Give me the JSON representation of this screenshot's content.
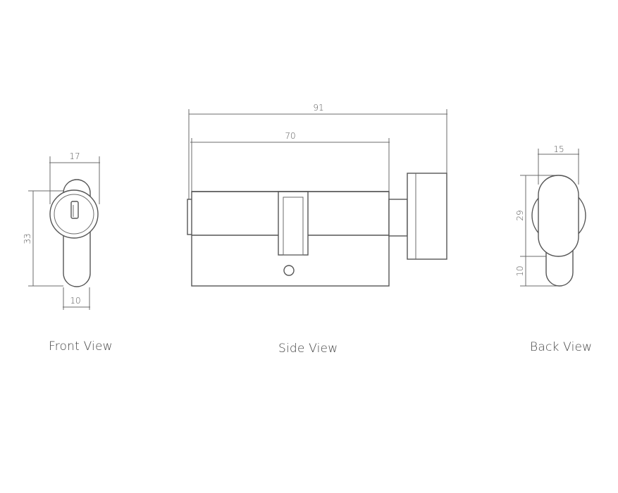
{
  "dimensions": {
    "front_width": "17",
    "front_height": "33",
    "front_bottom": "10",
    "side_overall": "91",
    "side_body": "70",
    "back_width": "15",
    "back_upper": "29",
    "back_lower": "10"
  },
  "captions": {
    "front": "Front View",
    "side": "Side View",
    "back": "Back View"
  },
  "colors": {
    "line": "#6b6b6b",
    "text": "#444444"
  }
}
